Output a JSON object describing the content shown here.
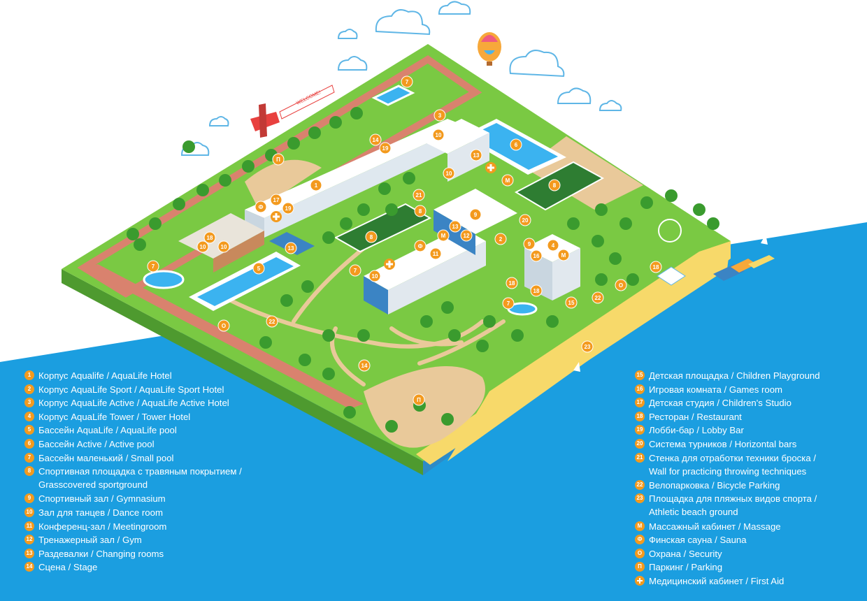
{
  "colors": {
    "sea": "#1b9ee0",
    "grass": "#7ac943",
    "path": "#e9c99a",
    "beach": "#f7d96a",
    "pool": "#3bb3f0",
    "track": "#d9826e",
    "marker": "#f39a1e",
    "legend_text": "#ffffff"
  },
  "scene": {
    "plane_banner": "WELCOME!"
  },
  "markers": [
    "1",
    "2",
    "3",
    "4",
    "5",
    "6",
    "7",
    "8",
    "9",
    "10",
    "11",
    "12",
    "13",
    "14",
    "15",
    "16",
    "17",
    "18",
    "19",
    "20",
    "21",
    "22",
    "23",
    "М",
    "Ф",
    "О",
    "П"
  ],
  "legend_left": [
    {
      "badge": "1",
      "label": "Корпус Aqualife / AquaLife Hotel"
    },
    {
      "badge": "2",
      "label": "Корпус AquaLife Sport / AquaLife Sport  Hotel"
    },
    {
      "badge": "3",
      "label": "Корпус AquaLife Active / AquaLife Active Hotel"
    },
    {
      "badge": "4",
      "label": "Корпус AquaLife Tower / Tower Hotel"
    },
    {
      "badge": "5",
      "label": "Бассейн AquaLife / AquaLife pool"
    },
    {
      "badge": "6",
      "label": "Бассейн Active / Active pool"
    },
    {
      "badge": "7",
      "label": "Бассейн маленький / Small pool"
    },
    {
      "badge": "8",
      "label": "Спортивная площадка с травяным покрытием /",
      "label2": "Grasscovered sportground"
    },
    {
      "badge": "9",
      "label": "Спортивный зал / Gymnasium"
    },
    {
      "badge": "10",
      "label": "Зал для танцев / Dance room"
    },
    {
      "badge": "11",
      "label": "Конференц-зал / Meetingroom"
    },
    {
      "badge": "12",
      "label": "Тренажерный зал / Gym"
    },
    {
      "badge": "13",
      "label": "Раздевалки / Changing rooms"
    },
    {
      "badge": "14",
      "label": "Сцена / Stage"
    }
  ],
  "legend_right": [
    {
      "badge": "15",
      "label": "Детская площадка / Children Playground"
    },
    {
      "badge": "16",
      "label": "Игровая комната / Games room"
    },
    {
      "badge": "17",
      "label": "Детская студия / Children's Studio"
    },
    {
      "badge": "18",
      "label": "Ресторан / Restaurant"
    },
    {
      "badge": "19",
      "label": "Лобби-бар / Lobby Bar"
    },
    {
      "badge": "20",
      "label": "Система турников / Horizontal bars"
    },
    {
      "badge": "21",
      "label": "Стенка для отработки техники броска /",
      "label2": "Wall for practicing throwing techniques"
    },
    {
      "badge": "22",
      "label": "Велопарковка / Bicycle Parking"
    },
    {
      "badge": "23",
      "label": "Площадка для пляжных видов спорта /",
      "label2": "Athletic beach ground"
    },
    {
      "badge": "М",
      "label": "Массажный кабинет / Massage"
    },
    {
      "badge": "Ф",
      "label": "Финская сауна / Sauna"
    },
    {
      "badge": "О",
      "label": "Охрана / Security"
    },
    {
      "badge": "П",
      "label": "Паркинг / Parking"
    },
    {
      "badge": "",
      "icon": "first-aid-cross-icon",
      "label": "Медицинский кабинет / First Aid"
    }
  ]
}
